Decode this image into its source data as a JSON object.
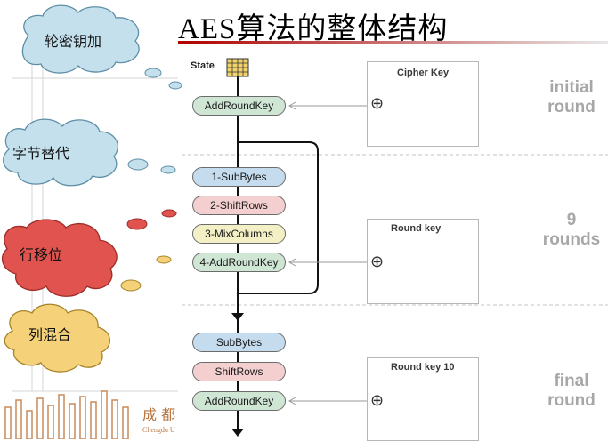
{
  "title": "AES算法的整体结构",
  "state_label": "State",
  "clouds": [
    {
      "label": "轮密钥加",
      "color": "#c4e0ec"
    },
    {
      "label": "字节替代",
      "color": "#c4e0ec"
    },
    {
      "label": "行移位",
      "color": "#e0534e"
    },
    {
      "label": "列混合",
      "color": "#f5d27a"
    }
  ],
  "steps": {
    "initial": "AddRoundKey",
    "round": [
      "1-SubBytes",
      "2-ShiftRows",
      "3-MixColumns",
      "4-AddRoundKey"
    ],
    "final": [
      "SubBytes",
      "ShiftRows",
      "AddRoundKey"
    ]
  },
  "keys": {
    "cipher": "Cipher Key",
    "round": "Round key",
    "round10": "Round key 10"
  },
  "phases": {
    "initial_line1": "initial",
    "initial_line2": "round",
    "mid_line1": "9",
    "mid_line2": "rounds",
    "final_line1": "final",
    "final_line2": "round"
  },
  "xor_symbol": "⊕",
  "logo_text": "Chengdu U"
}
